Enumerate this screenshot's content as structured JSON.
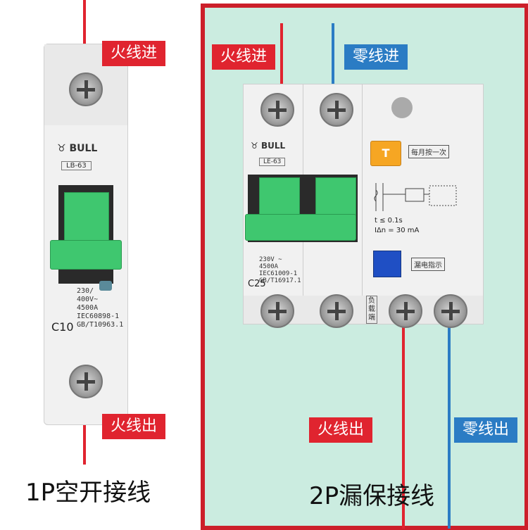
{
  "left": {
    "brand": "BULL",
    "model": "LB-63",
    "rating": "C10",
    "spec": "230/\n400V~\n4500A\nIEC60898-1\nGB/T10963.1",
    "tag_in": "火线进",
    "tag_out": "火线出",
    "caption": "1P空开接线"
  },
  "right": {
    "brand": "BULL",
    "model": "LE-63",
    "rating": "C25",
    "spec": "230V ~\n4500A\nIEC61009-1\nGB/T16917.1",
    "test_label": "每月按一次",
    "test_button": "T",
    "trip_time": "t ≤ 0.1s",
    "trip_current": "IΔn = 30 mA",
    "leak_label": "漏电指示",
    "load_label": "负\n载\n端",
    "tag_live_in": "火线进",
    "tag_neutral_in": "零线进",
    "tag_live_out": "火线出",
    "tag_neutral_out": "零线出",
    "caption": "2P漏保接线"
  },
  "colors": {
    "red": "#e0242f",
    "blue": "#2b7cc4",
    "green_bg": "#cbece0",
    "toggle": "#3fc76f"
  }
}
